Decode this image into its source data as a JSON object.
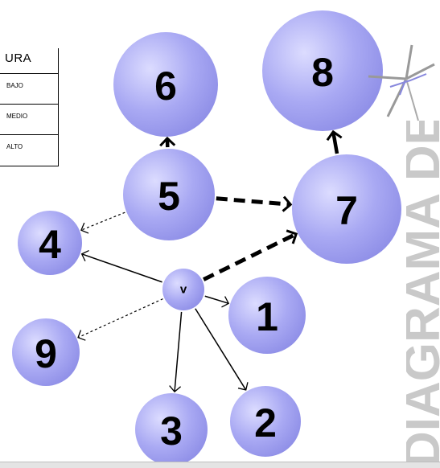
{
  "legend": {
    "title": "URA",
    "rows": [
      "BAJO",
      "MEDIO",
      "ALTO"
    ]
  },
  "side_title": "DIAGRAMA DE",
  "colors": {
    "node_fill": "#a8a8f2",
    "node_center": "#d6d6ff",
    "node_edge": "#8080e0",
    "edge": "#000000",
    "side_text": "#c9c9c9"
  },
  "nodes": [
    {
      "id": "v",
      "label": "v"
    },
    {
      "id": "1",
      "label": "1"
    },
    {
      "id": "2",
      "label": "2"
    },
    {
      "id": "3",
      "label": "3"
    },
    {
      "id": "4",
      "label": "4"
    },
    {
      "id": "5",
      "label": "5"
    },
    {
      "id": "6",
      "label": "6"
    },
    {
      "id": "7",
      "label": "7"
    },
    {
      "id": "8",
      "label": "8"
    },
    {
      "id": "9",
      "label": "9"
    }
  ],
  "edges": [
    {
      "from": "v",
      "to": "1",
      "style": "solid"
    },
    {
      "from": "v",
      "to": "2",
      "style": "solid"
    },
    {
      "from": "v",
      "to": "3",
      "style": "solid"
    },
    {
      "from": "v",
      "to": "4",
      "style": "solid"
    },
    {
      "from": "v",
      "to": "9",
      "style": "dotted"
    },
    {
      "from": "v",
      "to": "7",
      "style": "dashed-heavy"
    },
    {
      "from": "5",
      "to": "7",
      "style": "dashed-heavy"
    },
    {
      "from": "5",
      "to": "4",
      "style": "dotted"
    },
    {
      "from": "5",
      "to": "6",
      "style": "solid-heavy"
    },
    {
      "from": "7",
      "to": "8",
      "style": "solid-heavy"
    }
  ],
  "icons": [
    "compass-rose-icon"
  ]
}
